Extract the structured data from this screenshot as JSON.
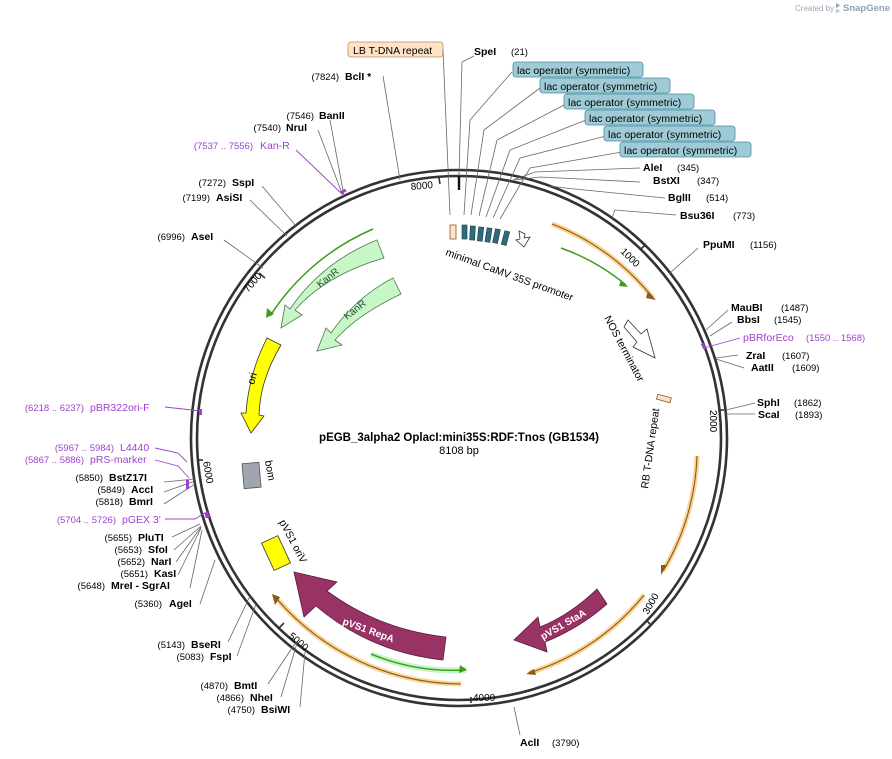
{
  "credit": {
    "prefix": "Created by",
    "brand": "SnapGene"
  },
  "plasmid": {
    "name": "pEGB_3alpha2 OplacI:mini35S:RDF:Tnos (GB1534)",
    "size_label": "8108 bp"
  },
  "ticks": [
    {
      "label": "1000",
      "bp": 1000
    },
    {
      "label": "2000",
      "bp": 2000
    },
    {
      "label": "3000",
      "bp": 3000
    },
    {
      "label": "4000",
      "bp": 4000
    },
    {
      "label": "5000",
      "bp": 5000
    },
    {
      "label": "6000",
      "bp": 6000
    },
    {
      "label": "7000",
      "bp": 7000
    },
    {
      "label": "8000",
      "bp": 8000
    }
  ],
  "enzymes_right": [
    {
      "name": "SpeI",
      "pos": "(21)"
    },
    {
      "name": "AleI",
      "pos": "(345)"
    },
    {
      "name": "BstXI",
      "pos": "(347)"
    },
    {
      "name": "BglII",
      "pos": "(514)"
    },
    {
      "name": "Bsu36I",
      "pos": "(773)"
    },
    {
      "name": "PpuMI",
      "pos": "(1156)"
    },
    {
      "name": "MauBI",
      "pos": "(1487)"
    },
    {
      "name": "BbsI",
      "pos": "(1545)"
    },
    {
      "name": "ZraI",
      "pos": "(1607)"
    },
    {
      "name": "AatII",
      "pos": "(1609)"
    },
    {
      "name": "SphI",
      "pos": "(1862)"
    },
    {
      "name": "ScaI",
      "pos": "(1893)"
    },
    {
      "name": "AclI",
      "pos": "(3790)"
    }
  ],
  "enzymes_left": [
    {
      "name": "BclI *",
      "pos": "(7824)"
    },
    {
      "name": "BanII",
      "pos": "(7546)"
    },
    {
      "name": "NruI",
      "pos": "(7540)"
    },
    {
      "name": "SspI",
      "pos": "(7272)"
    },
    {
      "name": "AsiSI",
      "pos": "(7199)"
    },
    {
      "name": "AseI",
      "pos": "(6996)"
    },
    {
      "name": "BstZ17I",
      "pos": "(5850)"
    },
    {
      "name": "AccI",
      "pos": "(5849)"
    },
    {
      "name": "BmrI",
      "pos": "(5818)"
    },
    {
      "name": "PluTI",
      "pos": "(5655)"
    },
    {
      "name": "SfoI",
      "pos": "(5653)"
    },
    {
      "name": "NarI",
      "pos": "(5652)"
    },
    {
      "name": "KasI",
      "pos": "(5651)"
    },
    {
      "name": "MreI  - SgrAI",
      "pos": "(5648)"
    },
    {
      "name": "AgeI",
      "pos": "(5360)"
    },
    {
      "name": "BseRI",
      "pos": "(5143)"
    },
    {
      "name": "FspI",
      "pos": "(5083)"
    },
    {
      "name": "BmtI",
      "pos": "(4870)"
    },
    {
      "name": "NheI",
      "pos": "(4866)"
    },
    {
      "name": "BsiWI",
      "pos": "(4750)"
    }
  ],
  "primers": [
    {
      "name": "Kan-R",
      "pos": "(7537 .. 7556)"
    },
    {
      "name": "pBRforEco",
      "pos": "(1550 .. 1568)"
    },
    {
      "name": "pBR322ori-F",
      "pos": "(6218 .. 6237)"
    },
    {
      "name": "L4440",
      "pos": "(5967 .. 5984)"
    },
    {
      "name": "pRS-marker",
      "pos": "(5867 .. 5886)"
    },
    {
      "name": "pGEX 3'",
      "pos": "(5704 .. 5726)"
    }
  ],
  "boxed_features": [
    {
      "name": "LB T-DNA repeat",
      "color": "#fde3c8"
    },
    {
      "name": "lac operator (symmetric)",
      "color": "#9fcbd7"
    },
    {
      "name": "lac operator (symmetric)",
      "color": "#9fcbd7"
    },
    {
      "name": "lac operator (symmetric)",
      "color": "#9fcbd7"
    },
    {
      "name": "lac operator (symmetric)",
      "color": "#9fcbd7"
    },
    {
      "name": "lac operator (symmetric)",
      "color": "#9fcbd7"
    },
    {
      "name": "lac operator (symmetric)",
      "color": "#9fcbd7"
    }
  ],
  "features": {
    "promoter": "minimal CaMV 35S promoter",
    "terminator": "NOS terminator",
    "rb": "RB T-DNA repeat",
    "kanr1": "KanR",
    "kanr2": "KanR",
    "ori": "ori",
    "bom": "bom",
    "pvs1_oriv": "pVS1 oriV",
    "pvs1_repa": "pVS1 RepA",
    "pvs1_staa": "pVS1 StaA"
  },
  "colors": {
    "backbone": "#333333",
    "kanr": "#c7f6c7",
    "ori": "#ffff00",
    "pvs1": "#993366",
    "orf": "#f5a623",
    "green_arrow": "#3f9c1f",
    "primer": "#a040d0",
    "lac": "#2e6b7a",
    "bom": "#a0a6ad"
  }
}
